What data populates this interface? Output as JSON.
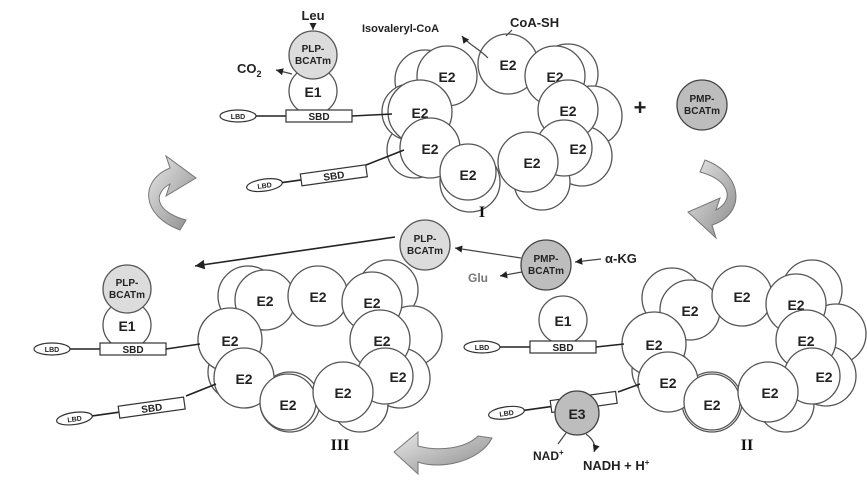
{
  "labels": {
    "leu": "Leu",
    "co2": "CO",
    "co2_sub": "2",
    "isovaleryl": "Isovaleryl-CoA",
    "coash": "CoA-SH",
    "plp_line1": "PLP-",
    "plp_line2": "BCATm",
    "pmp_line1": "PMP-",
    "pmp_line2": "BCATm",
    "e1": "E1",
    "e2": "E2",
    "e3": "E3",
    "lbd": "LBD",
    "sbd": "SBD",
    "plus": "+",
    "akg": "α-KG",
    "glu": "Glu",
    "nad": "NAD",
    "nad_sup": "+",
    "nadh": "NADH + H",
    "nadh_sup": "+",
    "state_1": "I",
    "state_2": "II",
    "state_3": "III"
  },
  "colors": {
    "plp": "#dcdcdc",
    "pmp": "#bdbdbd",
    "e3": "#bdbdbd",
    "glu_text": "#777777",
    "arrow_shade": "#9a9a9a"
  }
}
